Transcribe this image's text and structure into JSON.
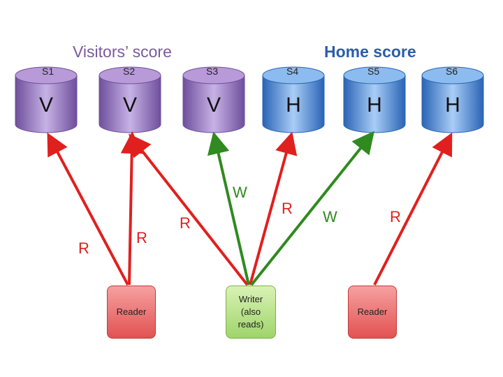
{
  "headings": {
    "visitors": "Visitors’ score",
    "home": "Home score"
  },
  "servers": [
    {
      "label": "S1",
      "letter": "V",
      "group": "visitors"
    },
    {
      "label": "S2",
      "letter": "V",
      "group": "visitors"
    },
    {
      "label": "S3",
      "letter": "V",
      "group": "visitors"
    },
    {
      "label": "S4",
      "letter": "H",
      "group": "home"
    },
    {
      "label": "S5",
      "letter": "H",
      "group": "home"
    },
    {
      "label": "S6",
      "letter": "H",
      "group": "home"
    }
  ],
  "clients": {
    "reader_left": "Reader",
    "writer": "Writer\n(also\nreads)",
    "reader_right": "Reader"
  },
  "edge_labels": {
    "r1": "R",
    "r2": "R",
    "r3": "R",
    "w1": "W",
    "r4": "R",
    "w2": "W",
    "r5": "R"
  },
  "colors": {
    "visitors": "#9a7ac8",
    "home": "#4a8ee0",
    "read_edge": "#e0201e",
    "write_edge": "#2f8a1f"
  }
}
